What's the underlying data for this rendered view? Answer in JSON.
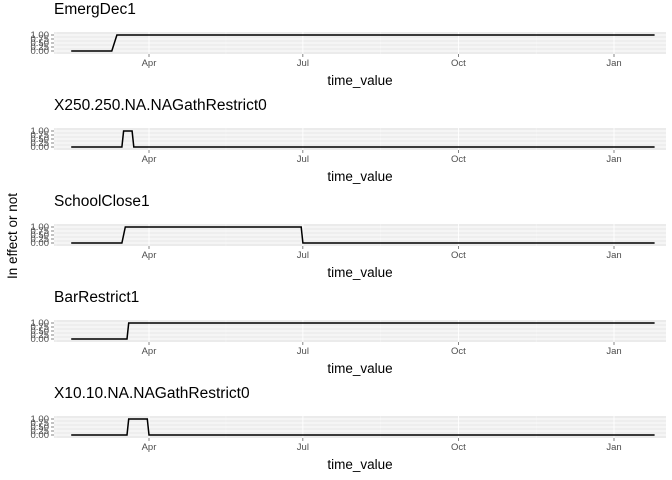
{
  "chart_data": [
    {
      "type": "line",
      "title": "EmergDec1",
      "xlabel": "time_value",
      "ylabel": "In effect or not",
      "x_ticks": [
        "Apr",
        "Jul",
        "Oct",
        "Jan"
      ],
      "y_ticks": [
        "0.00",
        "0.25",
        "0.50",
        "0.75",
        "1.00"
      ],
      "ylim": [
        0,
        1
      ],
      "grid": true,
      "series": [
        {
          "x": [
            "2020-02-15",
            "2020-03-10",
            "2020-03-13",
            "2021-01-25"
          ],
          "y": [
            0,
            0,
            1,
            1
          ]
        }
      ]
    },
    {
      "type": "line",
      "title": "X250.250.NA.NAGathRestrict0",
      "xlabel": "time_value",
      "ylabel": "In effect or not",
      "x_ticks": [
        "Apr",
        "Jul",
        "Oct",
        "Jan"
      ],
      "y_ticks": [
        "0.00",
        "0.25",
        "0.50",
        "0.75",
        "1.00"
      ],
      "ylim": [
        0,
        1
      ],
      "grid": true,
      "series": [
        {
          "x": [
            "2020-02-15",
            "2020-03-16",
            "2020-03-17",
            "2020-03-22",
            "2020-03-23",
            "2021-01-25"
          ],
          "y": [
            0,
            0,
            1,
            1,
            0,
            0
          ]
        }
      ]
    },
    {
      "type": "line",
      "title": "SchoolClose1",
      "xlabel": "time_value",
      "ylabel": "In effect or not",
      "x_ticks": [
        "Apr",
        "Jul",
        "Oct",
        "Jan"
      ],
      "y_ticks": [
        "0.00",
        "0.25",
        "0.50",
        "0.75",
        "1.00"
      ],
      "ylim": [
        0,
        1
      ],
      "grid": true,
      "series": [
        {
          "x": [
            "2020-02-15",
            "2020-03-16",
            "2020-03-18",
            "2020-06-30",
            "2020-07-01",
            "2021-01-25"
          ],
          "y": [
            0,
            0,
            1,
            1,
            0,
            0
          ]
        }
      ]
    },
    {
      "type": "line",
      "title": "BarRestrict1",
      "xlabel": "time_value",
      "ylabel": "In effect or not",
      "x_ticks": [
        "Apr",
        "Jul",
        "Oct",
        "Jan"
      ],
      "y_ticks": [
        "0.00",
        "0.25",
        "0.50",
        "0.75",
        "1.00"
      ],
      "ylim": [
        0,
        1
      ],
      "grid": true,
      "series": [
        {
          "x": [
            "2020-02-15",
            "2020-03-19",
            "2020-03-20",
            "2021-01-25"
          ],
          "y": [
            0,
            0,
            1,
            1
          ]
        }
      ]
    },
    {
      "type": "line",
      "title": "X10.10.NA.NAGathRestrict0",
      "xlabel": "time_value",
      "ylabel": "In effect or not",
      "x_ticks": [
        "Apr",
        "Jul",
        "Oct",
        "Jan"
      ],
      "y_ticks": [
        "0.00",
        "0.25",
        "0.50",
        "0.75",
        "1.00"
      ],
      "ylim": [
        0,
        1
      ],
      "grid": true,
      "series": [
        {
          "x": [
            "2020-02-15",
            "2020-03-19",
            "2020-03-20",
            "2020-03-31",
            "2020-04-01",
            "2021-01-25"
          ],
          "y": [
            0,
            0,
            1,
            1,
            0,
            0
          ]
        }
      ]
    }
  ],
  "shared_ylabel": "In effect or not",
  "colors": {
    "line": "#000000",
    "panel_bg": "#ebebeb",
    "grid_major": "#ffffff",
    "grid_minor": "#f5f5f5",
    "text": "#000000",
    "tick_text": "#4d4d4d"
  }
}
